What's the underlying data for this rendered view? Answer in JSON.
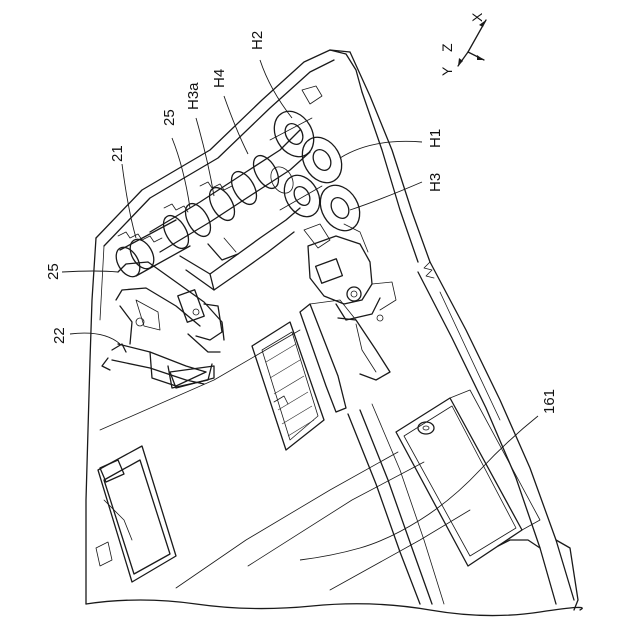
{
  "labels": {
    "h2": "H2",
    "h4": "H4",
    "h3a": "H3a",
    "ref_25_top": "25",
    "ref_21": "21",
    "ref_25_left": "25",
    "ref_22": "22",
    "h1": "H1",
    "h3": "H3",
    "ref_161": "161"
  },
  "axes": {
    "x": "X",
    "y": "Y",
    "z": "Z"
  }
}
